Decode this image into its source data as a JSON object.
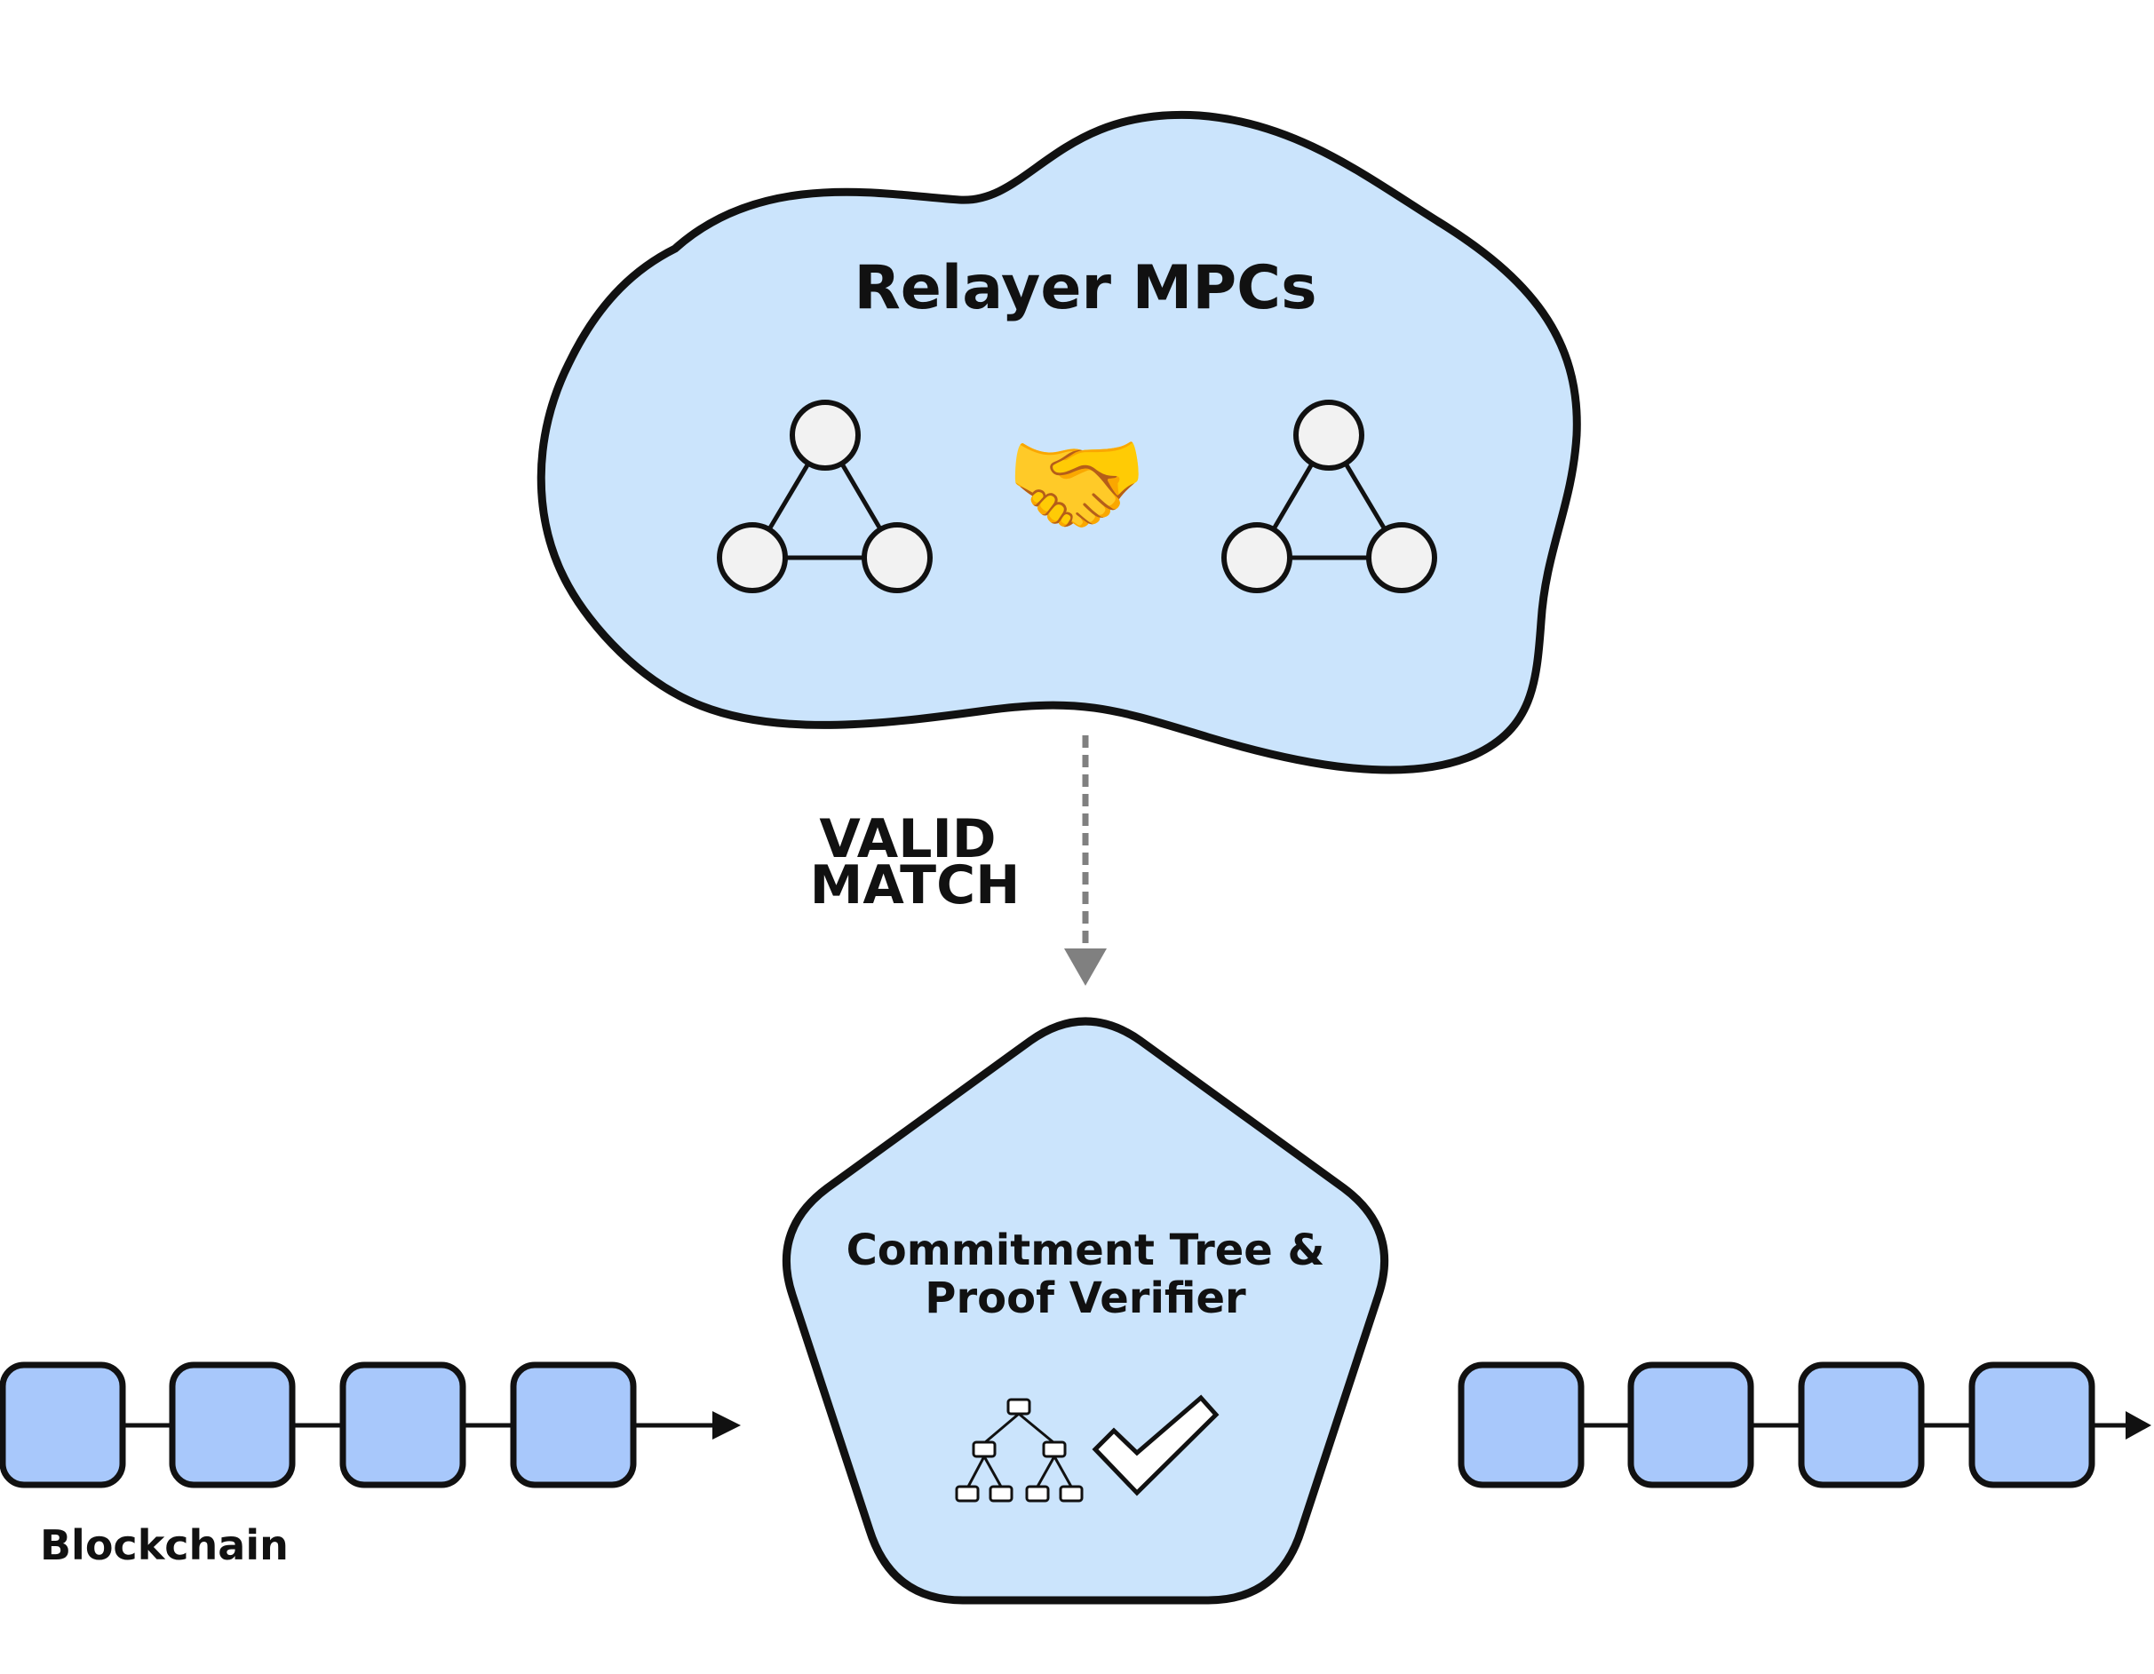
{
  "diagram": {
    "relayer": {
      "title": "Relayer MPCs",
      "handshake": "🤝"
    },
    "arrow": {
      "line1": "VALID",
      "line2": "MATCH"
    },
    "verifier": {
      "line1": "Commitment Tree &",
      "line2": "Proof Verifier"
    },
    "blockchain": {
      "label": "Blockchain"
    },
    "colors": {
      "fill": "#cbe4fc",
      "block": "#a8c8fb",
      "stroke": "#111111",
      "arrow": "#808080"
    }
  }
}
